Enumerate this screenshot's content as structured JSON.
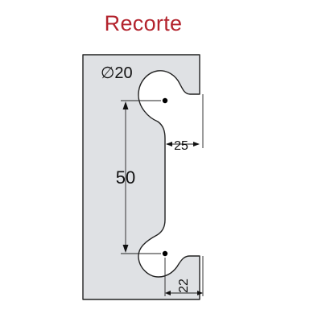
{
  "title": "Recorte",
  "dimensions": {
    "diameter": "∅20",
    "spacing": "50",
    "depth": "25",
    "offset": "22"
  },
  "colors": {
    "title": "#b3232d",
    "plate": "#dfe1e4",
    "line": "#111111"
  }
}
